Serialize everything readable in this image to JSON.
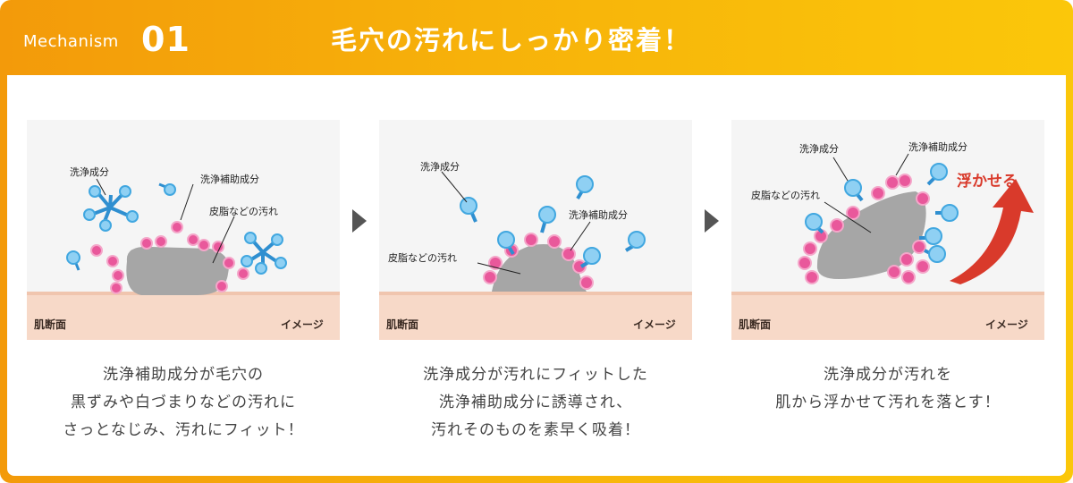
{
  "header": {
    "section_label": "Mechanism",
    "section_number": "01",
    "title": "毛穴の汚れにしっかり密着！"
  },
  "colors": {
    "header_gradient_start": "#f39a0a",
    "header_gradient_end": "#fbc70a",
    "cleansing_blue": "#41a7e0",
    "auxiliary_pink": "#e9589b",
    "dirt_gray": "#a6a6a6",
    "skin": "#f7d9c8",
    "lift_arrow_red": "#d93a2b"
  },
  "panels": [
    {
      "labels": {
        "cleansing": "洗浄成分",
        "auxiliary": "洗浄補助成分",
        "sebum": "皮脂などの汚れ",
        "skin": "肌断面",
        "image": "イメージ"
      },
      "caption": [
        "洗浄補助成分が毛穴の",
        "黒ずみや白づまりなどの汚れに",
        "さっとなじみ、汚れにフィット！"
      ]
    },
    {
      "labels": {
        "cleansing": "洗浄成分",
        "auxiliary": "洗浄補助成分",
        "sebum": "皮脂などの汚れ",
        "skin": "肌断面",
        "image": "イメージ"
      },
      "caption": [
        "洗浄成分が汚れにフィットした",
        "洗浄補助成分に誘導され、",
        "汚れそのものを素早く吸着！"
      ]
    },
    {
      "labels": {
        "cleansing": "洗浄成分",
        "auxiliary": "洗浄補助成分",
        "sebum": "皮脂などの汚れ",
        "skin": "肌断面",
        "image": "イメージ",
        "lift": "浮かせる"
      },
      "caption": [
        "洗浄成分が汚れを",
        "肌から浮かせて汚れを落とす！"
      ]
    }
  ]
}
